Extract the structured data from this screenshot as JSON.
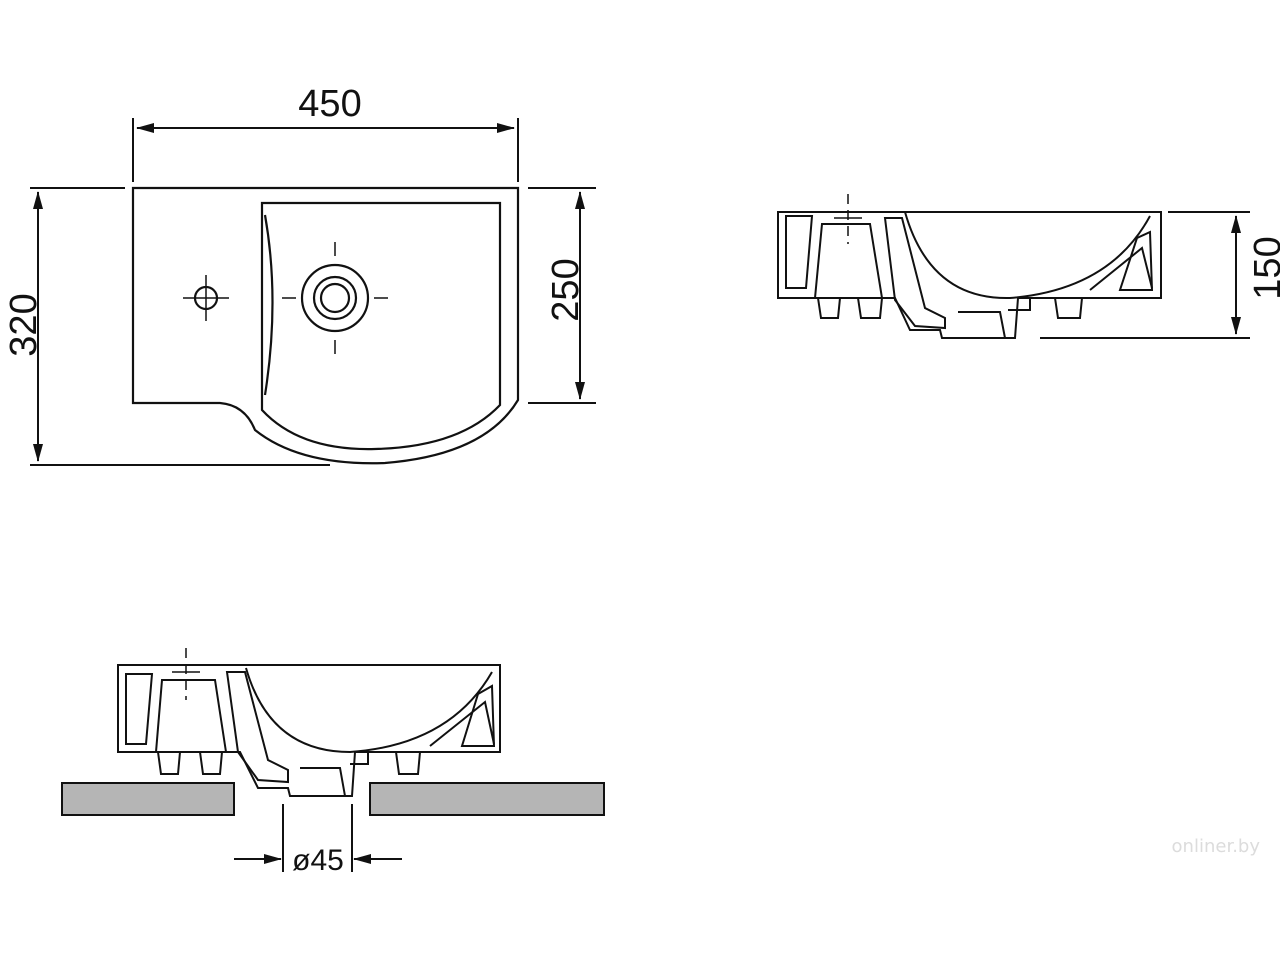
{
  "dimensions": {
    "width": "450",
    "depth": "320",
    "bowl_depth": "250",
    "height": "150",
    "drain_diameter": "ø45"
  },
  "watermark": "onliner.by",
  "colors": {
    "line": "#111111",
    "countertop": "#b5b5b5",
    "background": "#ffffff"
  }
}
